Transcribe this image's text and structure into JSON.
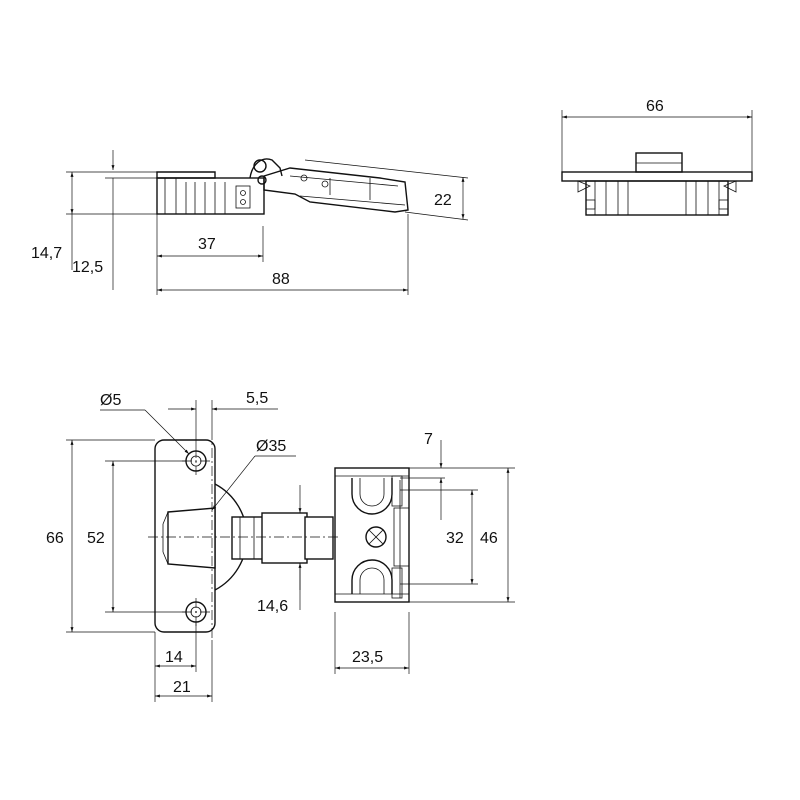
{
  "dimensions": {
    "height_14_7": "14,7",
    "height_12_5": "12,5",
    "length_37": "37",
    "length_88": "88",
    "angle_22": "22",
    "width_66_top": "66",
    "hole_d5": "Ø5",
    "offset_5_5": "5,5",
    "cup_d35": "Ø35",
    "height_66_plate": "66",
    "hole_spacing_52": "52",
    "width_14": "14",
    "width_21": "21",
    "arm_14_6": "14,6",
    "offset_7": "7",
    "spacing_32": "32",
    "height_46": "46",
    "width_23_5": "23,5"
  }
}
